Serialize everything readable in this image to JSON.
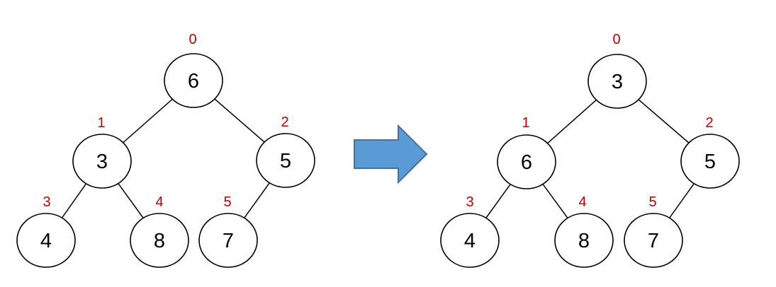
{
  "diagram": {
    "type": "binary-tree-swap",
    "trees": [
      {
        "id": "before",
        "nodes": [
          {
            "index": "0",
            "value": "6"
          },
          {
            "index": "1",
            "value": "3"
          },
          {
            "index": "2",
            "value": "5"
          },
          {
            "index": "3",
            "value": "4"
          },
          {
            "index": "4",
            "value": "8"
          },
          {
            "index": "5",
            "value": "7"
          }
        ],
        "edges": [
          "0-1",
          "0-2",
          "1-3",
          "1-4",
          "2-5"
        ]
      },
      {
        "id": "after",
        "nodes": [
          {
            "index": "0",
            "value": "3"
          },
          {
            "index": "1",
            "value": "6"
          },
          {
            "index": "2",
            "value": "5"
          },
          {
            "index": "3",
            "value": "4"
          },
          {
            "index": "4",
            "value": "8"
          },
          {
            "index": "5",
            "value": "7"
          }
        ],
        "edges": [
          "0-1",
          "0-2",
          "1-3",
          "1-4",
          "2-5"
        ]
      }
    ],
    "icons": {
      "arrow": "right-block-arrow"
    },
    "colors": {
      "background": "#ffffff",
      "node_fill": "#ffffff",
      "node_outline": "#000000",
      "node_text": "#000000",
      "index_label": "#c00000",
      "edge": "#000000",
      "arrow_fill": "#5b9bd5",
      "arrow_outline": "#41719c"
    }
  }
}
